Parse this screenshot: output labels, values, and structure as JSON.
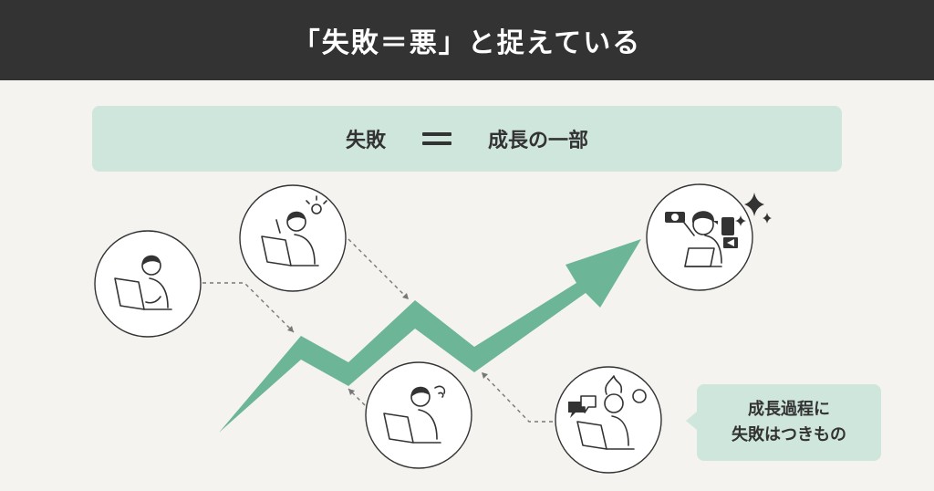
{
  "header": {
    "title": "「失敗＝悪」と捉えている"
  },
  "banner": {
    "left": "失敗",
    "right": "成長の一部"
  },
  "callout": {
    "line1": "成長過程に",
    "line2": "失敗はつきもの"
  },
  "colors": {
    "header_bg": "#333333",
    "page_bg": "#f4f3ef",
    "accent_green": "#6cb597",
    "light_green": "#cfe6dc"
  },
  "figures": [
    {
      "name": "person-working-icon",
      "state": "working"
    },
    {
      "name": "person-idea-icon",
      "state": "idea"
    },
    {
      "name": "person-worried-icon",
      "state": "worried"
    },
    {
      "name": "person-stressed-icon",
      "state": "stressed"
    },
    {
      "name": "person-success-icon",
      "state": "success"
    }
  ]
}
